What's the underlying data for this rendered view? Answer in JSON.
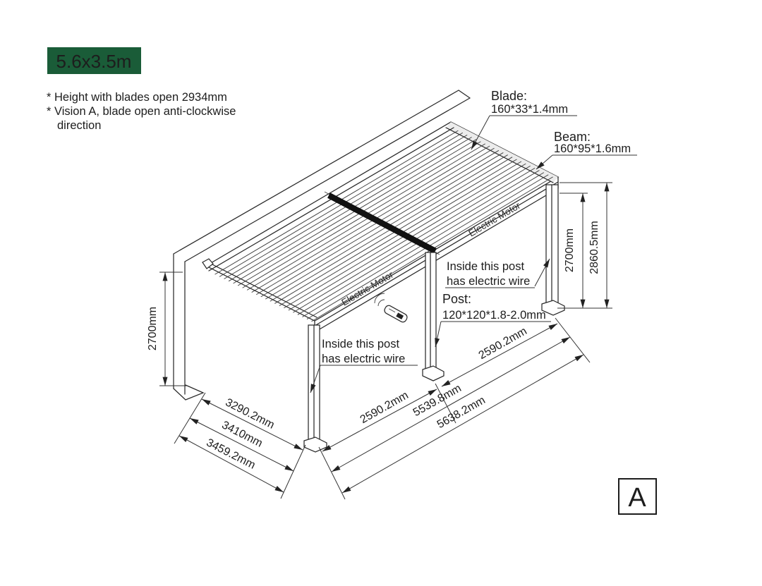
{
  "badge": {
    "label": "5.6x3.5m",
    "bg": "#1a5c38",
    "fg": "#ffffff"
  },
  "notes": {
    "line1": "* Height with blades open 2934mm",
    "line2": "* Vision A, blade open anti-clockwise",
    "line3": "direction"
  },
  "callouts": {
    "blade": {
      "title": "Blade:",
      "spec": "160*33*1.4mm"
    },
    "beam": {
      "title": "Beam:",
      "spec": "160*95*1.6mm"
    },
    "post": {
      "title": "Post:",
      "spec": "120*120*1.8-2.0mm"
    },
    "wire_left": {
      "line1": "Inside this post",
      "line2": "has electric wire"
    },
    "wire_right": {
      "line1": "Inside this post",
      "line2": "has electric wire"
    }
  },
  "labels": {
    "electric_motor_left": "Electric Motor",
    "electric_motor_right": "Electric Motor",
    "view_marker": "A"
  },
  "dimensions": {
    "wall_height": "2700mm",
    "post_height_right": "2700mm",
    "total_height_right": "2860.5mm",
    "depth_roof": "3290.2mm",
    "depth_mid": "3410mm",
    "depth_total": "3459.2mm",
    "bay_left": "2590.2mm",
    "bay_right": "2590.2mm",
    "width_inner": "5539.8mm",
    "width_total": "5638.2mm"
  }
}
